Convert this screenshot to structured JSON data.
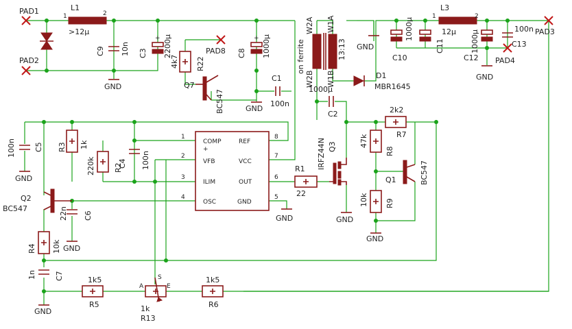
{
  "pads": {
    "pad1": "PAD1",
    "pad2": "PAD2",
    "pad3": "PAD3",
    "pad4": "PAD4",
    "pad8": "PAD8"
  },
  "inductors": {
    "l1": {
      "name": "L1",
      "value": ">12µ",
      "pin1": "1",
      "pin2": "2"
    },
    "l3": {
      "name": "L3",
      "value": "12µ",
      "pin1": "1",
      "pin2": "2"
    }
  },
  "capacitors": {
    "c1": {
      "name": "C1",
      "value": "100n"
    },
    "c2": {
      "name": "C2",
      "value": "1000µ"
    },
    "c3": {
      "name": "C3",
      "value": "2200µ"
    },
    "c4": {
      "name": "C4",
      "value": "100n"
    },
    "c5": {
      "name": "C5",
      "value": "100n"
    },
    "c6": {
      "name": "C6",
      "value": "22n"
    },
    "c7": {
      "name": "C7",
      "value": "1n"
    },
    "c8": {
      "name": "C8",
      "value": "1000µ"
    },
    "c9": {
      "name": "C9",
      "value": "10n"
    },
    "c10": {
      "name": "C10",
      "value": "1000µ"
    },
    "c11": {
      "name": "C11",
      "value": ""
    },
    "c12": {
      "name": "C12",
      "value": "1000µ"
    },
    "c13": {
      "name": "C13",
      "value": "100n"
    }
  },
  "resistors": {
    "r1": {
      "name": "R1",
      "value": "22"
    },
    "r2": {
      "name": "R2",
      "value": "220k"
    },
    "r3": {
      "name": "R3",
      "value": "1k"
    },
    "r4": {
      "name": "R4",
      "value": "10k"
    },
    "r5": {
      "name": "R5",
      "value": "1k5"
    },
    "r6": {
      "name": "R6",
      "value": "1k5"
    },
    "r7": {
      "name": "R7",
      "value": "2k2"
    },
    "r8": {
      "name": "R8",
      "value": "47k"
    },
    "r9": {
      "name": "R9",
      "value": "10k"
    },
    "r13": {
      "name": "R13",
      "value": "1k",
      "pin_a": "A",
      "pin_s": "S",
      "pin_e": "E"
    },
    "r22": {
      "name": "R22",
      "value": "4k7"
    }
  },
  "transistors": {
    "q1": {
      "name": "Q1",
      "value": "BC547"
    },
    "q2": {
      "name": "Q2",
      "value": "BC547"
    },
    "q3": {
      "name": "Q3",
      "value": "IRFZ44N"
    },
    "q7": {
      "name": "Q7",
      "value": "BC547"
    }
  },
  "diode": {
    "name": "D1",
    "value": "MBR1645"
  },
  "transformer": {
    "w2a": "W2A",
    "w1a": "W1A",
    "w2b": "W2B",
    "w1b": "W1B",
    "core": "on ferrite",
    "turns": "13:13"
  },
  "ic": {
    "pins": [
      {
        "num": "1",
        "label": "COMP"
      },
      {
        "num": "2",
        "label": "VFB"
      },
      {
        "num": "3",
        "label": "ILIM"
      },
      {
        "num": "4",
        "label": "OSC"
      },
      {
        "num": "5",
        "label": "GND"
      },
      {
        "num": "6",
        "label": "OUT"
      },
      {
        "num": "7",
        "label": "VCC"
      },
      {
        "num": "8",
        "label": "REF"
      }
    ]
  },
  "grounds": {
    "label": "GND"
  },
  "colors": {
    "wire": "#1aa31a",
    "part": "#8b1a1a",
    "pad_cross": "#c01818",
    "text": "#222222"
  }
}
